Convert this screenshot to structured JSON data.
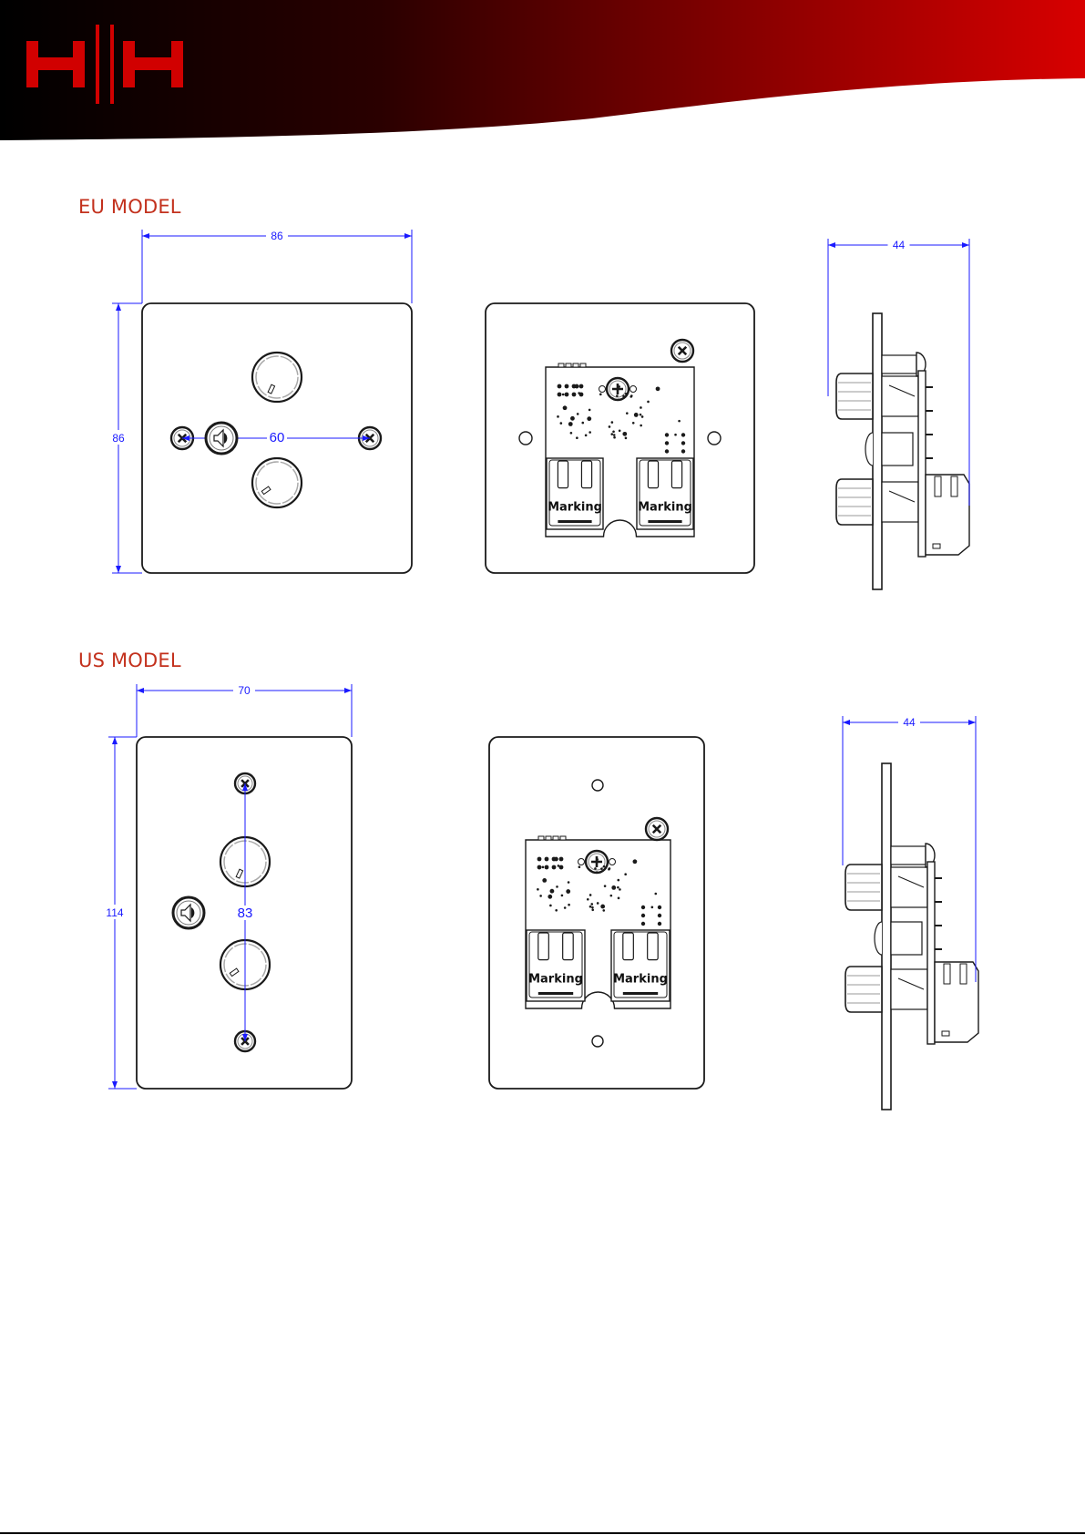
{
  "brand": {
    "logo_text": "H|H",
    "logo_color": "#d10000",
    "header_gradient": [
      "#000000",
      "#d40000"
    ]
  },
  "eu_model": {
    "title": "EU MODEL",
    "front": {
      "width_dim": "86",
      "height_dim": "86",
      "screw_spacing_dim": "60"
    },
    "back": {
      "jack_labels": [
        "Marking",
        "Marking"
      ]
    },
    "side": {
      "depth_dim": "44"
    }
  },
  "us_model": {
    "title": "US MODEL",
    "front": {
      "width_dim": "70",
      "height_dim": "114",
      "screw_spacing_dim": "83"
    },
    "back": {
      "jack_labels": [
        "Marking",
        "Marking"
      ]
    },
    "side": {
      "depth_dim": "44"
    }
  },
  "colors": {
    "dimension": "#1a1aff",
    "section_title": "#c3311d",
    "outline": "#1a1a1a"
  }
}
